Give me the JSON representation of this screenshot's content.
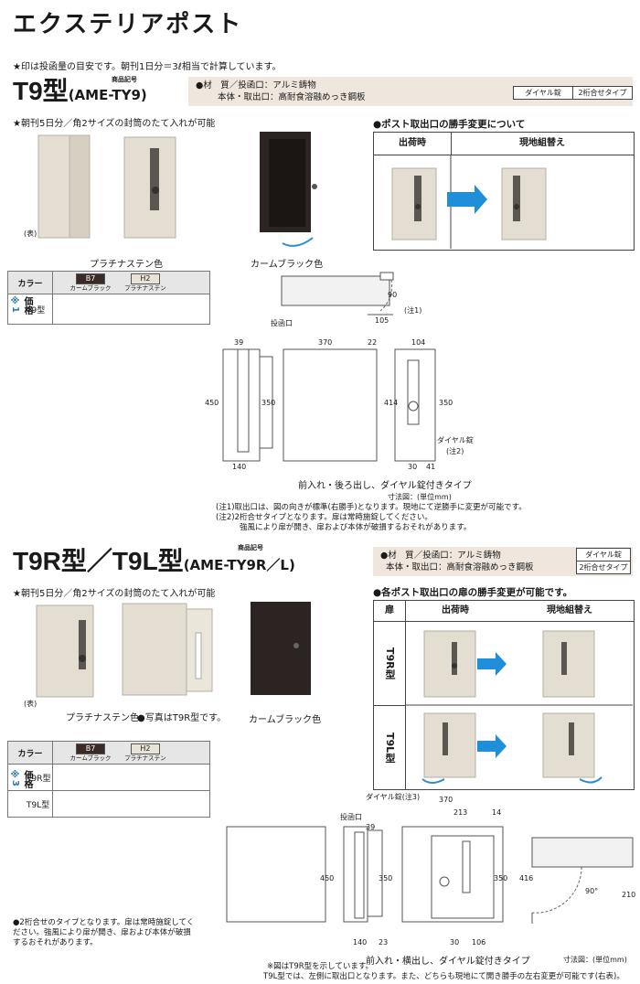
{
  "title": "エクステリアポスト",
  "top_note": "★印は投函量の目安です。朝刊1日分＝3ℓ相当で計算しています。",
  "t9": {
    "model": "T9型",
    "code_label": "商品記号",
    "code": "(AME-TY9)",
    "spec_line1": "●材　質／投函口：アルミ鋳物",
    "spec_line2": "本体・取出口：高耐食溶融めっき鋼板",
    "lock_type": "ダイヤル錠",
    "lock_digits": "2桁合せタイプ",
    "feature": "★朝刊5日分／角2サイズの封筒のたて入れが可能",
    "front_label": "(表)",
    "caption_platinum": "プラチナステン色",
    "caption_calm": "カームブラック色",
    "change_head": "●ポスト取出口の勝手変更について",
    "col_ship": "出荷時",
    "col_site": "現地組替え",
    "color_header": "カラー",
    "b7_code": "B7",
    "b7_name": "カームブラック",
    "h2_code": "H2",
    "h2_name": "プラチナステン",
    "price_label": "価格",
    "price_mark": "※1",
    "row_model": "T9型",
    "dim": {
      "slot": "投函口",
      "d39": "39",
      "d370": "370",
      "d22": "22",
      "d104": "104",
      "d450": "450",
      "d350a": "350",
      "d414": "414",
      "d350b": "350",
      "d140": "140",
      "d30": "30",
      "d41": "41",
      "d90": "90",
      "d105": "105",
      "note1": "(注1)",
      "dial": "ダイヤル錠",
      "note2": "(注2)",
      "caption": "前入れ・後ろ出し、ダイヤル錠付きタイプ",
      "unit": "寸法図：(単位mm)"
    },
    "footnote1": "(注1)取出口は、図の向きが標準(右勝手)となります。現地にて逆勝手に変更が可能です。",
    "footnote2": "(注2)2桁合せタイプとなります。扉は常時施錠してください。",
    "footnote3": "強風により扉が開き、扉および本体が破損するおそれがあります。"
  },
  "t9r": {
    "model": "T9R型／T9L型",
    "code_label": "商品記号",
    "code": "(AME-TY9R／L)",
    "spec_line1": "●材　質／投函口：アルミ鋳物",
    "spec_line2": "本体・取出口：高耐食溶融めっき鋼板",
    "lock_type": "ダイヤル錠",
    "lock_digits": "2桁合せタイプ",
    "feature": "★朝刊5日分／角2サイズの封筒のたて入れが可能",
    "front_label": "(表)",
    "caption_platinum": "プラチナステン色",
    "caption_photo": "●写真はT9R型です。",
    "caption_calm": "カームブラック色",
    "change_head": "●各ポスト取出口の扉の勝手変更が可能です。",
    "col_door": "扉",
    "col_ship": "出荷時",
    "col_site": "現地組替え",
    "row_r": "T9R型",
    "row_l": "T9L型",
    "color_header": "カラー",
    "b7_code": "B7",
    "b7_name": "カームブラック",
    "h2_code": "H2",
    "h2_name": "プラチナステン",
    "price_label": "価格",
    "price_mark": "※3",
    "row_model_r": "T9R型",
    "row_model_l": "T9L型",
    "dim": {
      "dial": "ダイヤル錠(注3)",
      "d370": "370",
      "slot": "投函口",
      "d39": "39",
      "d213": "213",
      "d14": "14",
      "d450": "450",
      "d350a": "350",
      "d350b": "350",
      "d416": "416",
      "d90": "90°",
      "d210": "210",
      "d140": "140",
      "d23": "23",
      "d30": "30",
      "d106": "106",
      "caption": "前入れ・横出し、ダイヤル錠付きタイプ",
      "unit": "寸法図：(単位mm)"
    },
    "side_note": "●2桁合せのタイプとなります。扉は常時施錠してください。強風により扉が開き、扉および本体が破損するおそれがあります。",
    "footnote1": "※図はT9R型を示しています。",
    "footnote2": "T9L型では、左側に取出口となります。また、どちらも現地にて開き勝手の左右変更が可能です(右表)。"
  }
}
